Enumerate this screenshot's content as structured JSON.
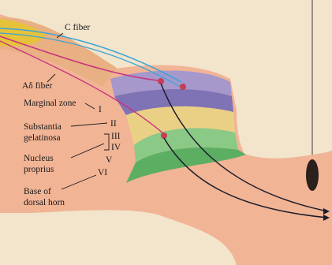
{
  "labels": {
    "c_fiber": "C fiber",
    "a_delta_fiber": "Aδ fiber",
    "marginal_zone": "Marginal zone",
    "substantia_line1": "Substantia",
    "substantia_line2": "gelatinosa",
    "nucleus_line1": "Nucleus",
    "nucleus_line2": "proprius",
    "base_line1": "Base of",
    "base_line2": "dorsal horn"
  },
  "laminae": {
    "i": "I",
    "ii": "II",
    "iii": "III",
    "iv": "IV",
    "v": "V",
    "vi": "VI"
  },
  "colors": {
    "background": "#f3e4cc",
    "gray_matter": "#f1b495",
    "root": "#e9b083",
    "nerve_bundle": "#e6c23a",
    "lamina_i": "#a698cb",
    "lamina_ii": "#7f72b5",
    "lamina_iii_iv": "#ead084",
    "lamina_v": "#8bc987",
    "lamina_vi": "#5cae62",
    "c_fiber": "#3aa5d8",
    "a_delta_fiber": "#c8347f",
    "output_tract": "#1b1b2a",
    "neuron": "#c83c55",
    "central_canal": "#2a201c"
  }
}
